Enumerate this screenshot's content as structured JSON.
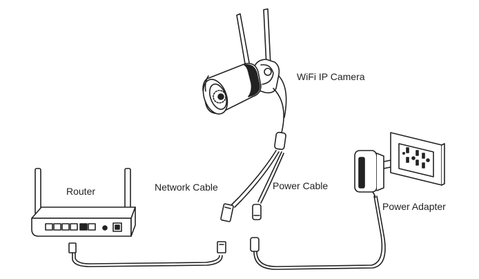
{
  "labels": {
    "camera": "WiFi IP Camera",
    "router": "Router",
    "network_cable": "Network Cable",
    "power_cable": "Power Cable",
    "power_adapter": "Power Adapter"
  },
  "colors": {
    "stroke": "#222222",
    "background": "#ffffff"
  }
}
